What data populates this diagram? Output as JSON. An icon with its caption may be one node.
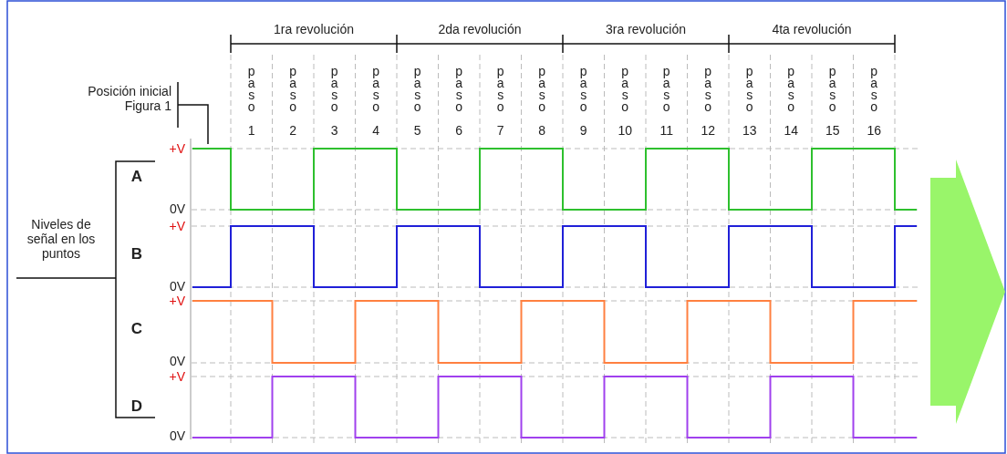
{
  "diagram": {
    "labels": [
      "1ra revolución",
      "2da revolución",
      "3ra revolución",
      "4ta revolución",
      "paso",
      "1",
      "paso",
      "2",
      "paso",
      "3",
      "paso",
      "4",
      "paso",
      "5",
      "paso",
      "6",
      "paso",
      "7",
      "paso",
      "8",
      "paso",
      "9",
      "paso",
      "10",
      "paso",
      "11",
      "paso",
      "12",
      "paso",
      "13",
      "paso",
      "14",
      "paso",
      "15",
      "paso",
      "16",
      "Posición inicial Figura 1",
      "+V",
      "A",
      "0V",
      "Niveles de señal en los puntos",
      "+V",
      "B",
      "0V",
      "+V",
      "C",
      "0V",
      "+V",
      "D",
      "0V"
    ]
  }
}
